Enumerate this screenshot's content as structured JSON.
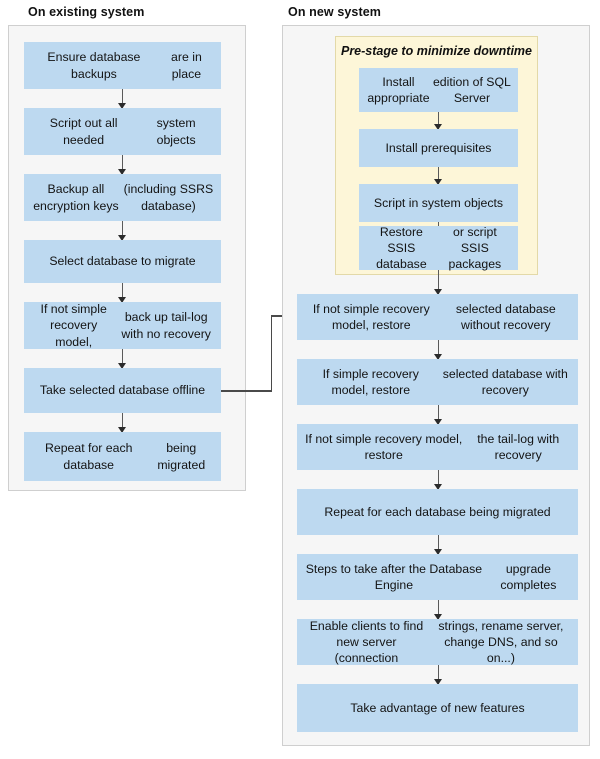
{
  "diagram": {
    "title_left": "On existing system",
    "title_right": "On new system",
    "colors": {
      "node_fill": "#bdd9f0",
      "panel_fill": "#f6f6f6",
      "panel_border": "#cfcfcf",
      "subpanel_fill": "#fdf6d8",
      "subpanel_border": "#e3d9a8",
      "arrow": "#4a4a4a"
    }
  },
  "left_panel": {
    "heading": "On existing system",
    "nodes": [
      {
        "line1": "Ensure database backups",
        "line2": "are in place"
      },
      {
        "line1": "Script out all needed",
        "line2": "system objects"
      },
      {
        "line1": "Backup all encryption keys",
        "line2": "(including SSRS database)"
      },
      {
        "line1": "Select database to migrate",
        "line2": ""
      },
      {
        "line1": "If not simple recovery model,",
        "line2": "back up tail-log with no recovery"
      },
      {
        "line1": "Take selected database offline",
        "line2": ""
      },
      {
        "line1": "Repeat for each database",
        "line2": "being migrated"
      }
    ]
  },
  "right_panel": {
    "heading": "On new system",
    "prestage": {
      "title": "Pre-stage to minimize downtime",
      "nodes": [
        {
          "line1": "Install appropriate",
          "line2": "edition of SQL Server"
        },
        {
          "line1": "Install prerequisites",
          "line2": ""
        },
        {
          "line1": "Script in system objects",
          "line2": ""
        },
        {
          "line1": "Restore SSIS database",
          "line2": "or script SSIS packages"
        }
      ]
    },
    "nodes": [
      {
        "line1": "If not simple recovery model, restore",
        "line2": "selected database without recovery"
      },
      {
        "line1": "If simple recovery model, restore",
        "line2": "selected database with recovery"
      },
      {
        "line1": "If not simple recovery model, restore",
        "line2": "the tail-log with recovery"
      },
      {
        "line1": "Repeat for each database being migrated",
        "line2": ""
      },
      {
        "line1": "Steps to take after the Database Engine",
        "line2": "upgrade completes"
      },
      {
        "line1": "Enable clients to find new server (connection",
        "line2": "strings, rename server, change DNS, and so on...)"
      },
      {
        "line1": "Take advantage of new features",
        "line2": ""
      }
    ]
  },
  "cross_connector": {
    "from": "Take selected database offline",
    "to": "If not simple recovery model, restore selected database without recovery"
  }
}
